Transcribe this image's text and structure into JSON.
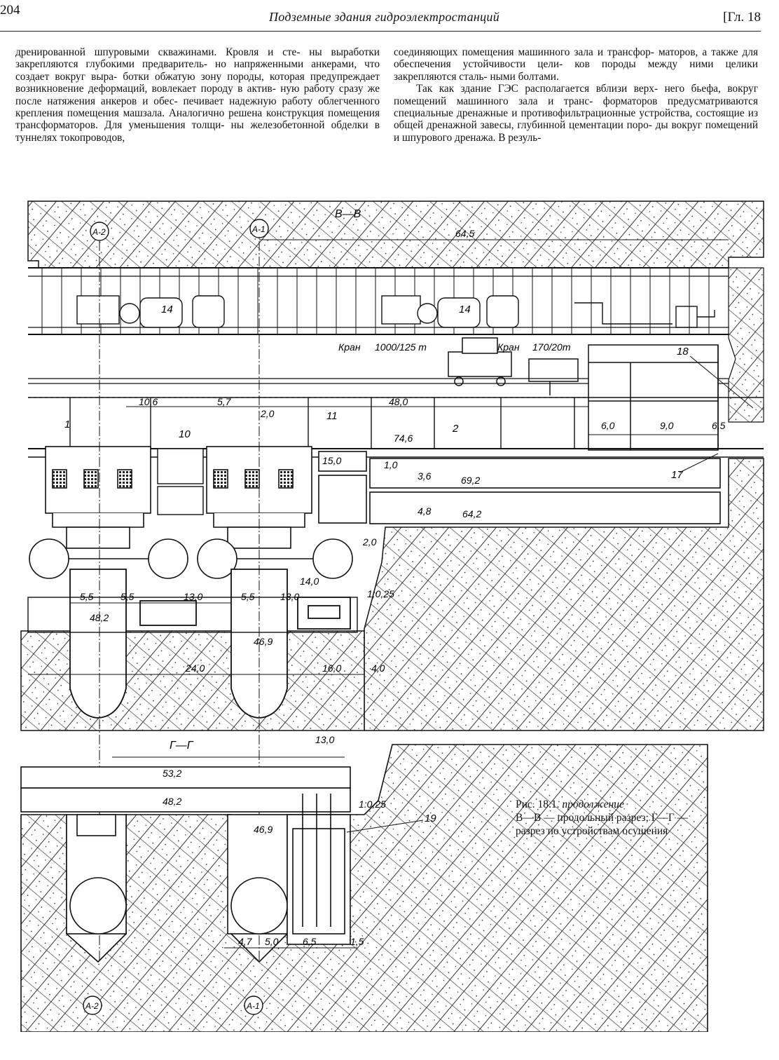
{
  "header": {
    "page_number": "204",
    "running_title": "Подземные здания гидроэлектростанций",
    "chapter": "[Гл. 18"
  },
  "body": {
    "left_column": [
      "дренированной шпуровыми скважинами. Кровля и сте-",
      "ны выработки закрепляются глубокими предваритель-",
      "но напряженными анкерами, что создает вокруг выра-",
      "ботки обжатую зону породы, которая предупреждает",
      "возникновение деформаций, вовлекает породу в актив-",
      "ную работу сразу же после натяжения анкеров и обес-",
      "печивает надежную работу облегченного крепления",
      "помещения машзала. Аналогично решена конструкция",
      "помещения трансформаторов. Для уменьшения толщи-",
      "ны железобетонной обделки в туннелях токопроводов,"
    ],
    "right_column_p1": [
      "соединяющих помещения машинного зала и трансфор-",
      "маторов, а также для обеспечения устойчивости цели-",
      "ков породы между ними целики закрепляются сталь-",
      "ными болтами."
    ],
    "right_column_p2": [
      "Так как здание ГЭС располагается вблизи верх-",
      "него бьефа, вокруг помещений машинного зала и транс-",
      "форматоров предусматриваются специальные дренажные",
      "и противофильтрационные устройства, состоящие из",
      "общей дренажной завесы, глубинной цементации поро-",
      "ды вокруг помещений и шпурового дренажа. В резуль-"
    ]
  },
  "figure": {
    "section_vv": "В—В",
    "section_gg": "Г—Г",
    "axis_a1": "А-1",
    "axis_a2": "А-2",
    "crane1": "Кран",
    "crane1_cap": "1000/125 т",
    "crane2": "Кран",
    "crane2_cap": "170/20т",
    "dims": {
      "d64_5": "64,5",
      "d10_6": "10,6",
      "d5_7": "5,7",
      "d2_0a": "2,0",
      "d48_0": "48,0",
      "d6_0": "6,0",
      "d9_0": "9,0",
      "d6_5a": "6,5",
      "d15_0": "15,0",
      "d1_0": "1,0",
      "d3_6": "3,6",
      "d4_8": "4,8",
      "d2_0b": "2,0",
      "d1_025a": "1:0,25",
      "d14_0": "14,0",
      "d5_5a": "5,5",
      "d5_5b": "5,5",
      "d13_0a": "13,0",
      "d5_5c": "5,5",
      "d13_0b": "13,0",
      "d24_0": "24,0",
      "d16_0": "16,0",
      "d4_0": "4,0",
      "d13_0c": "13,0",
      "d1_025b": "1:0,25",
      "d4_7": "4,7",
      "d5_0": "5,0",
      "d6_5b": "6,5",
      "d1_5": "1,5"
    },
    "elevations": {
      "e74_6": "74,6",
      "e69_2": "69,2",
      "e64_2": "64,2",
      "e48_2a": "48,2",
      "e46_9a": "46,9",
      "e53_2": "53,2",
      "e48_2b": "48,2",
      "e46_9b": "46,9"
    },
    "callouts": {
      "c1": "1",
      "c2": "2",
      "c10": "10",
      "c11": "11",
      "c14a": "14",
      "c14b": "14",
      "c17": "17",
      "c18": "18",
      "c19": "19"
    }
  },
  "caption": {
    "line1_prefix": "Рис. 18.1. ",
    "line1_italic": "продолжение",
    "line2": "В—В — продольный разрез; Г—Г —",
    "line3": "разрез по устройствам осушения"
  }
}
